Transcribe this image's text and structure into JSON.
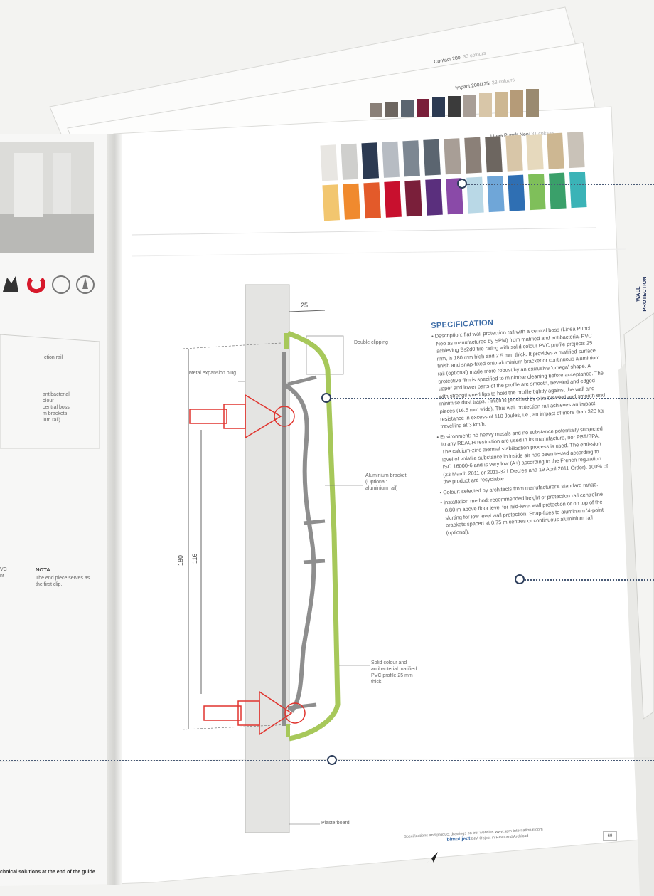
{
  "background_pages": {
    "page1_heading": "Contact 200",
    "page1_subheading": "/ 33 colours",
    "page2_heading": "Impact 200/125",
    "page2_subheading": "/ 33 colours"
  },
  "swatches": {
    "heading": "Linea Punch Neo",
    "subheading": "/ 31 colours",
    "row1": [
      "#e8e6e2",
      "#cfcfcd",
      "#2c3a52",
      "#b7bcc3",
      "#7d8792",
      "#5b6570",
      "#a89e96",
      "#8b8078",
      "#6d6660",
      "#d8c6a8",
      "#e6d9bd",
      "#cdb792",
      "#c9c2b8"
    ],
    "row2": [
      "#f2c66f",
      "#f08a2e",
      "#e35a2a",
      "#c8102e",
      "#7a1f3a",
      "#5a2f7d",
      "#8a4aa8",
      "#b9d8e6",
      "#6fa6d8",
      "#2f6fb3",
      "#7fbf5a",
      "#3aa06a",
      "#3bb3b7"
    ]
  },
  "left_page": {
    "box_text_1": "ction rail",
    "box_text_2": [
      "antibacterial",
      "olour",
      "central boss",
      "m brackets",
      "ium rail)"
    ],
    "col_left": [
      "VC",
      "nt"
    ],
    "nota_title": "NOTA",
    "nota_text": "The end piece serves as the first clip.",
    "footer": "chnical solutions at the end of the guide"
  },
  "drawing": {
    "dim_25": "25",
    "dim_180": "180",
    "dim_116": "116",
    "label_double_clipping": "Double clipping",
    "label_metal_plug": "Metal expansion plug",
    "label_bracket": "Aluminium bracket (Optional: aluminium rail)",
    "label_pvc": "Solid colour and antibacterial matified PVC profile 25 mm thick",
    "label_plasterboard": "Plasterboard"
  },
  "spec": {
    "title": "SPECIFICATION",
    "p1": "• Description: flat wall protection rail with a central boss (Linea Punch Neo as manufactured by SPM) from matified and antibacterial PVC achieving Bs2d0 fire rating with solid colour PVC profile projects 25 mm, is 180 mm high and 2.5 mm thick. It provides a matified surface finish and snap-fixed onto aluminium bracket or continuous aluminium rail (optional) made more robust by an exclusive 'omega' shape. A protective film is specified to minimise cleaning before acceptance. The upper and lower parts of the profile are smooth, beveled and edged with strengthened lips to hold the profile tightly against the wall and minimise dust traps. Finish is provided by slim beveled and smooth end pieces (16.5 mm wide). This wall protection rail achieves an impact resistance in excess of 110 Joules, i.e., an impact of more than 320 kg travelling at 3 km/h.",
    "p2": "• Environment: no heavy metals and no substance potentially subjected to any REACH restriction are used in its manufacture, nor PBT/BPA. The calcium-zinc thermal stabilisation process is used. The emission level of volatile substance in inside air has been tested according to ISO 16000-6 and is very low (A+) according to the French regulation (23 March 2011 or 2011-321 Decree and 19 April 2011 Order). 100% of the product are recyclable.",
    "p3": "• Colour: selected by architects from manufacturer's standard range.",
    "p4": "• Installation method: recommended height of protection rail centreline 0.80 m above floor level for mid-level wall protection or on top of the skirting for low level wall protection. Snap-fixes to aluminium '4-point' brackets spaced at 0.75 m centres or continuous aluminium rail (optional)."
  },
  "side_tab": {
    "line1": "WALL",
    "line2": "PROTECTION"
  },
  "footer_right": {
    "line1": "Specifications and product drawings on our website: www.spm-international.com",
    "brand": "bimobject",
    "line2": "BIM Object in Revit and Archicad",
    "page_number": "69"
  },
  "colors": {
    "profile_green": "#a7c85a",
    "plug_red": "#e0342e",
    "spec_blue": "#3f6ea8",
    "side_tab": "#2b3a63",
    "hotspot_line": "#4a5b76"
  }
}
